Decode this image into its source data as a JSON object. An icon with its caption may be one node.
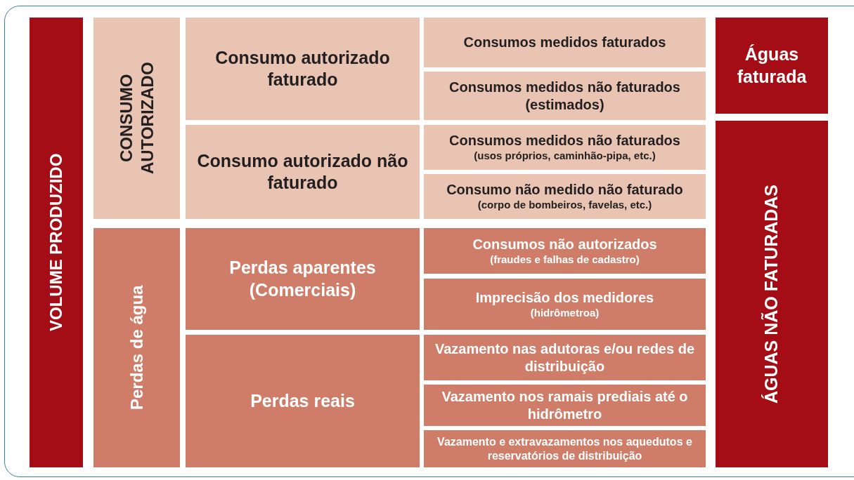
{
  "diagram": {
    "nodes": [
      {
        "text": [
          "VOLUME PRODUZIDO"
        ]
      },
      {
        "text": [
          "CONSUMO AUTORIZADO"
        ]
      },
      {
        "text": [
          "Perdas de água"
        ]
      },
      {
        "text": [
          "Consumo autorizado faturado"
        ]
      },
      {
        "text": [
          "Consumo autorizado não faturado"
        ]
      },
      {
        "text": [
          "Perdas aparentes (Comerciais)"
        ]
      },
      {
        "text": [
          "Perdas reais"
        ]
      },
      {
        "text": [
          "Consumos medidos faturados"
        ]
      },
      {
        "text": [
          "Consumos medidos não faturados (estimados)"
        ]
      },
      {
        "text": [
          "Consumos medidos não faturados",
          "(usos próprios, caminhão-pipa, etc.)"
        ]
      },
      {
        "text": [
          "Consumo não medido não faturado",
          "(corpo de bombeiros, favelas, etc.)"
        ]
      },
      {
        "text": [
          "Consumos não autorizados",
          "(fraudes e falhas de cadastro)"
        ]
      },
      {
        "text": [
          "Imprecisão dos medidores",
          "(hidrômetroa)"
        ]
      },
      {
        "text": [
          "Vazamento nas adutoras e/ou redes de distribuição"
        ]
      },
      {
        "text": [
          "Vazamento nos ramais prediais até o hidrômetro"
        ]
      },
      {
        "text": [
          "Vazamento e extravazamentos nos aquedutos e reservatórios de distribuição"
        ]
      },
      {
        "text": [
          "Águas faturada"
        ]
      },
      {
        "text": [
          "ÁGUAS NÃO FATURADAS"
        ]
      }
    ]
  }
}
